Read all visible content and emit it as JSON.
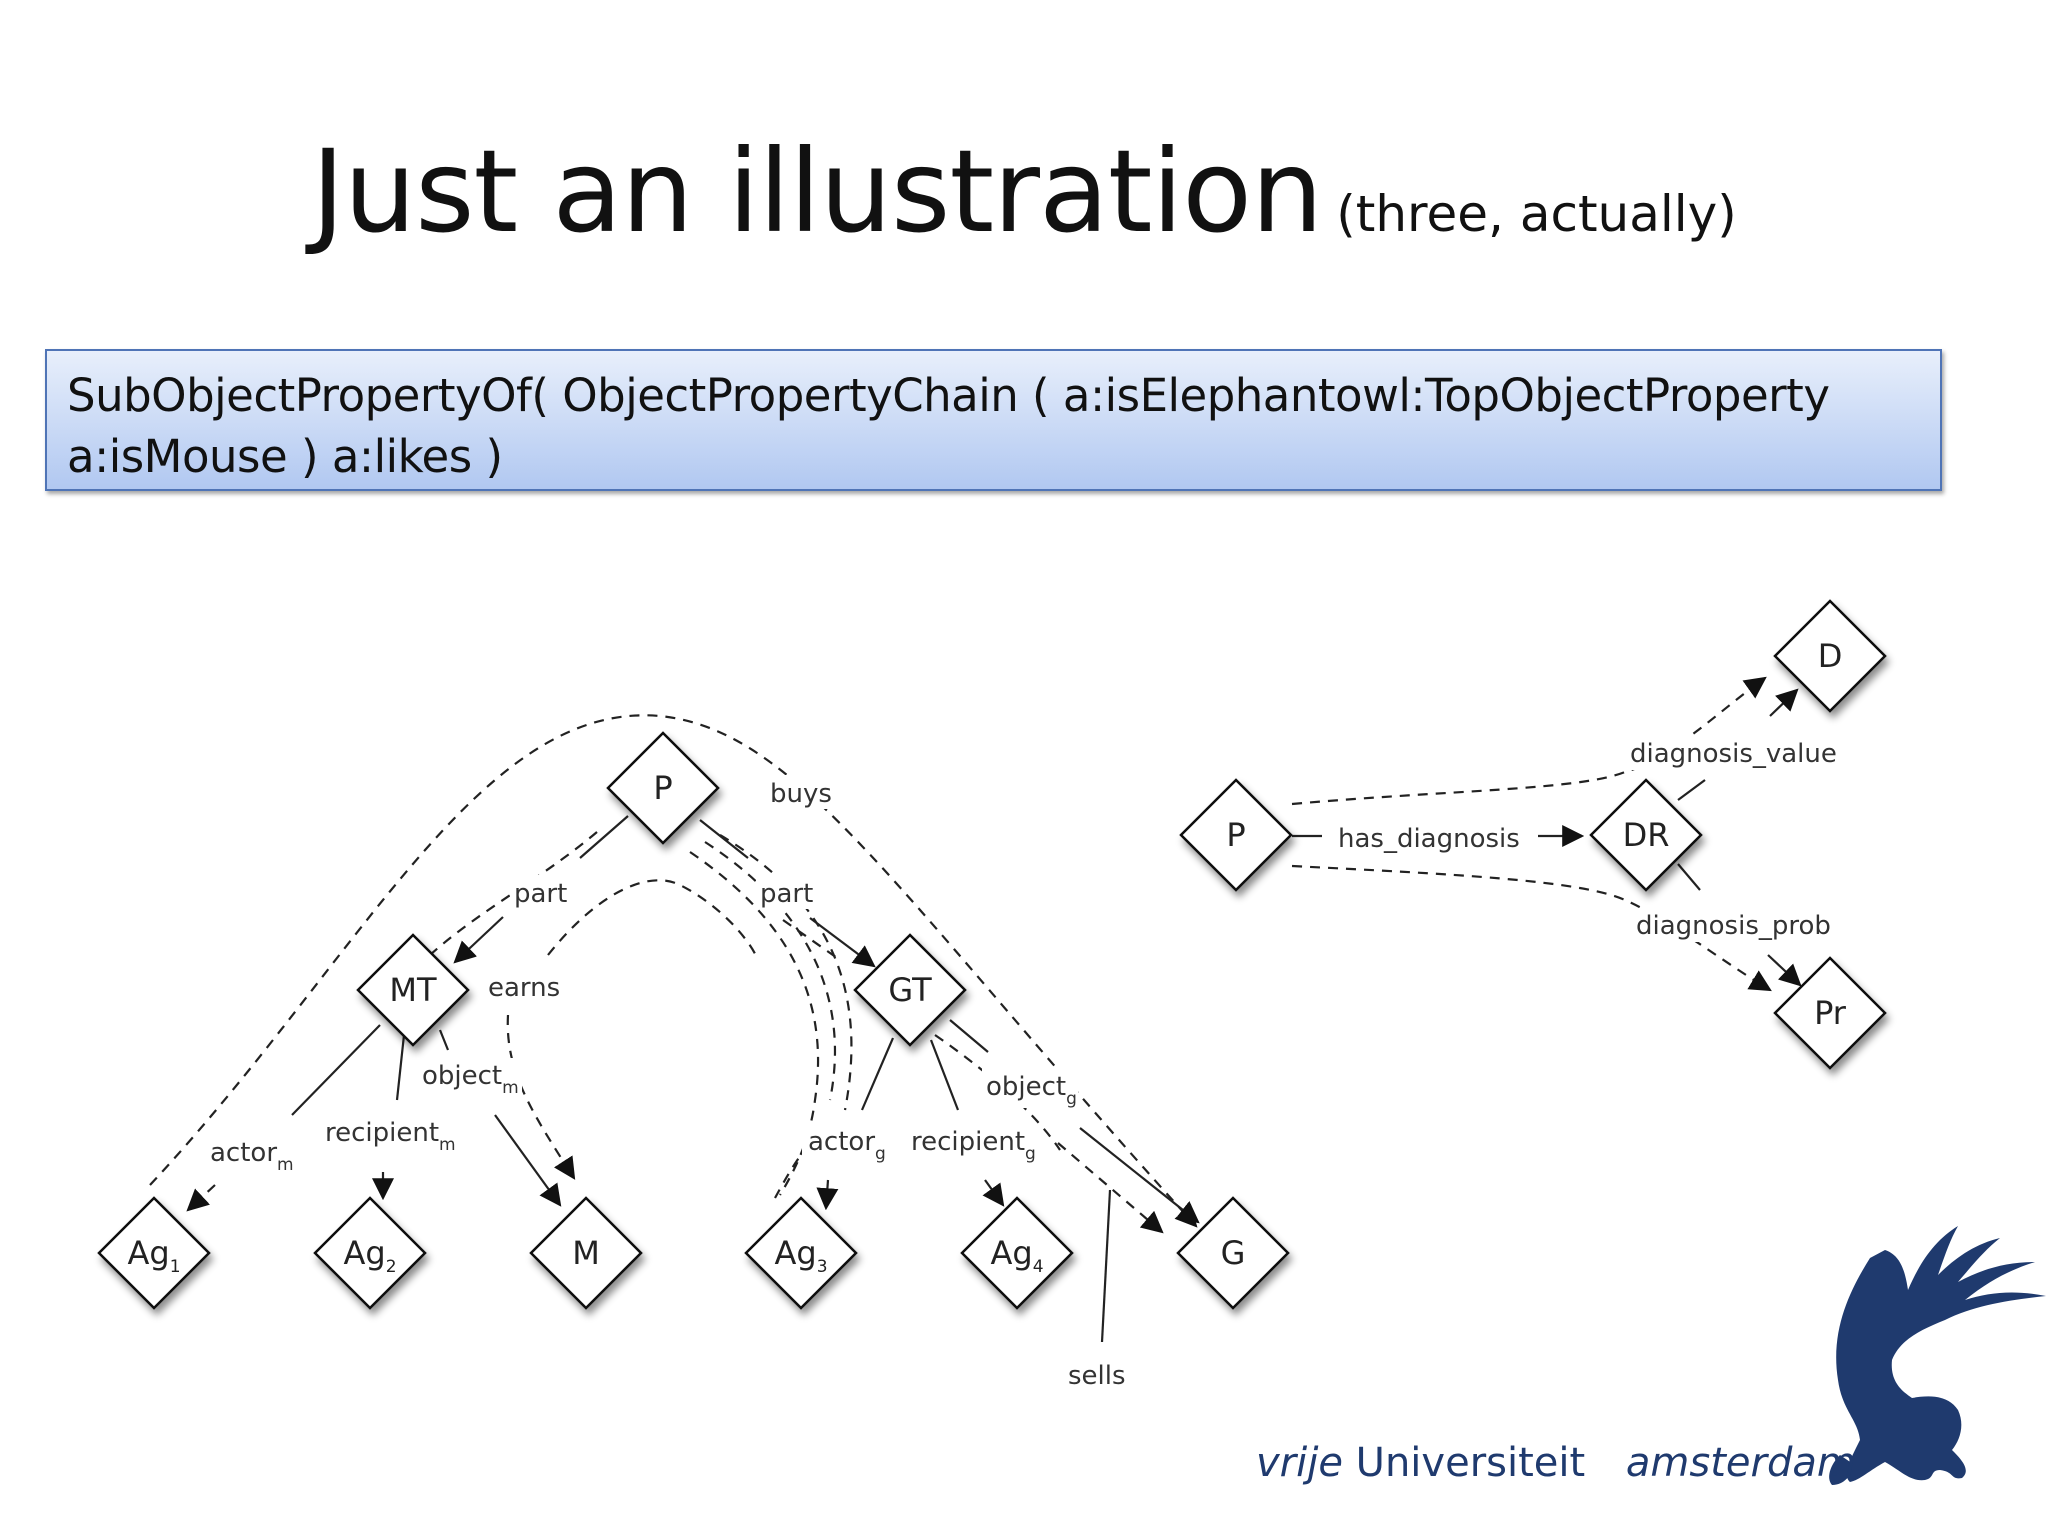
{
  "title": {
    "main": "Just an illustration",
    "sub": "(three, actually)"
  },
  "axiom": {
    "line1": "SubObjectPropertyOf( ObjectPropertyChain ( a:isElephantowl:TopObjectProperty",
    "line2": "a:isMouse ) a:likes )"
  },
  "diagram_left": {
    "nodes": {
      "P": "P",
      "MT": "MT",
      "GT": "GT",
      "Ag1": {
        "base": "Ag",
        "sub": "1"
      },
      "Ag2": {
        "base": "Ag",
        "sub": "2"
      },
      "M": "M",
      "Ag3": {
        "base": "Ag",
        "sub": "3"
      },
      "Ag4": {
        "base": "Ag",
        "sub": "4"
      },
      "G": "G"
    },
    "edges": {
      "buys": "buys",
      "part_left": "part",
      "part_right": "part",
      "earns": "earns",
      "actor_m": {
        "base": "actor",
        "sub": "m"
      },
      "recipient_m": {
        "base": "recipient",
        "sub": "m"
      },
      "object_m": {
        "base": "object",
        "sub": "m"
      },
      "actor_g": {
        "base": "actor",
        "sub": "g"
      },
      "recipient_g": {
        "base": "recipient",
        "sub": "g"
      },
      "object_g": {
        "base": "object",
        "sub": "g"
      },
      "sells": "sells"
    }
  },
  "diagram_right": {
    "nodes": {
      "P": "P",
      "DR": "DR",
      "D": "D",
      "Pr": "Pr"
    },
    "edges": {
      "has_diagnosis": "has_diagnosis",
      "diagnosis_value": "diagnosis_value",
      "diagnosis_prob": "diagnosis_prob"
    }
  },
  "footer": {
    "part1": "vrije",
    "part2": "Universiteit",
    "part3": "amsterdam"
  },
  "logo": {
    "name": "griffin-logo-icon",
    "color": "#1f3a6e"
  }
}
